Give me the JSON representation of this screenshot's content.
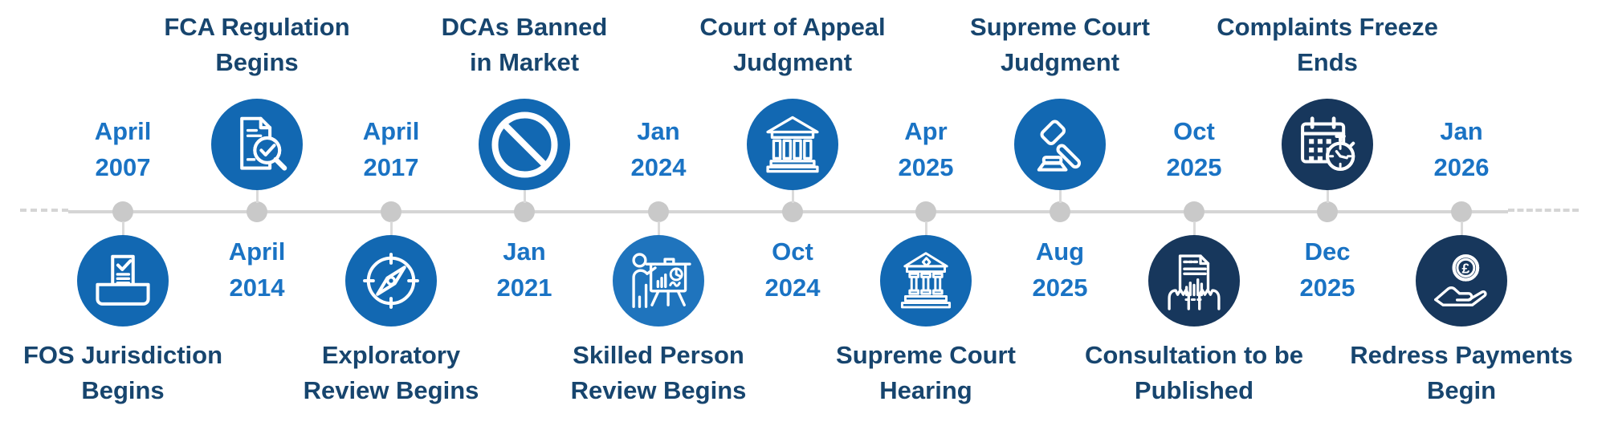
{
  "palette": {
    "circle_blue": "#1268B2",
    "circle_blue_light": "#1F74BD",
    "circle_navy": "#17375C",
    "date_text": "#1A73C4",
    "title_text": "#17456E",
    "line_gray": "#D5D5D5",
    "dot_gray": "#C9C9C9",
    "icon_stroke": "#FFFFFF"
  },
  "timeline": {
    "orientation": "horizontal",
    "events": [
      {
        "date": "April 2007",
        "date_lines": [
          "April",
          "2007"
        ],
        "title": "FOS Jurisdiction Begins",
        "title_lines": [
          "FOS Jurisdiction",
          "Begins"
        ],
        "icon": "inbox-check-icon",
        "icon_side": "below-line",
        "circle_color": "#1268B2"
      },
      {
        "date": "April 2014",
        "date_lines": [
          "April",
          "2014"
        ],
        "title": "FCA Regulation Begins",
        "title_lines": [
          "FCA Regulation",
          "Begins"
        ],
        "icon": "document-magnifier-icon",
        "icon_side": "above-line",
        "circle_color": "#1268B2"
      },
      {
        "date": "April 2017",
        "date_lines": [
          "April",
          "2017"
        ],
        "title": "Exploratory Review Begins",
        "title_lines": [
          "Exploratory",
          "Review Begins"
        ],
        "icon": "compass-icon",
        "icon_side": "below-line",
        "circle_color": "#1268B2"
      },
      {
        "date": "Jan 2021",
        "date_lines": [
          "Jan",
          "2021"
        ],
        "title": "DCAs Banned in Market",
        "title_lines": [
          "DCAs Banned",
          "in Market"
        ],
        "icon": "prohibition-icon",
        "icon_side": "above-line",
        "circle_color": "#1268B2"
      },
      {
        "date": "Jan 2024",
        "date_lines": [
          "Jan",
          "2024"
        ],
        "title": "Skilled Person Review Begins",
        "title_lines": [
          "Skilled Person",
          "Review Begins"
        ],
        "icon": "presentation-chart-icon",
        "icon_side": "below-line",
        "circle_color": "#1F74BD"
      },
      {
        "date": "Oct 2024",
        "date_lines": [
          "Oct",
          "2024"
        ],
        "title": "Court of Appeal Judgment",
        "title_lines": [
          "Court of Appeal",
          "Judgment"
        ],
        "icon": "courthouse-icon",
        "icon_side": "above-line",
        "circle_color": "#1268B2"
      },
      {
        "date": "Apr 2025",
        "date_lines": [
          "Apr",
          "2025"
        ],
        "title": "Supreme Court Hearing",
        "title_lines": [
          "Supreme Court",
          "Hearing"
        ],
        "icon": "courthouse-columns-icon",
        "icon_side": "below-line",
        "circle_color": "#1268B2"
      },
      {
        "date": "Aug 2025",
        "date_lines": [
          "Aug",
          "2025"
        ],
        "title": "Supreme Court Judgment",
        "title_lines": [
          "Supreme Court",
          "Judgment"
        ],
        "icon": "gavel-icon",
        "icon_side": "above-line",
        "circle_color": "#1268B2"
      },
      {
        "date": "Oct 2025",
        "date_lines": [
          "Oct",
          "2025"
        ],
        "title": "Consultation to be Published",
        "title_lines": [
          "Consultation to be",
          "Published"
        ],
        "icon": "document-hands-icon",
        "icon_side": "below-line",
        "circle_color": "#17375C"
      },
      {
        "date": "Dec 2025",
        "date_lines": [
          "Dec",
          "2025"
        ],
        "title": "Complaints Freeze Ends",
        "title_lines": [
          "Complaints Freeze",
          "Ends"
        ],
        "icon": "calendar-stopwatch-icon",
        "icon_side": "above-line",
        "circle_color": "#17375C"
      },
      {
        "date": "Jan 2026",
        "date_lines": [
          "Jan",
          "2026"
        ],
        "title": "Redress Payments Begin",
        "title_lines": [
          "Redress Payments",
          "Begin"
        ],
        "icon": "hand-coin-icon",
        "icon_side": "below-line",
        "circle_color": "#17375C"
      }
    ]
  }
}
